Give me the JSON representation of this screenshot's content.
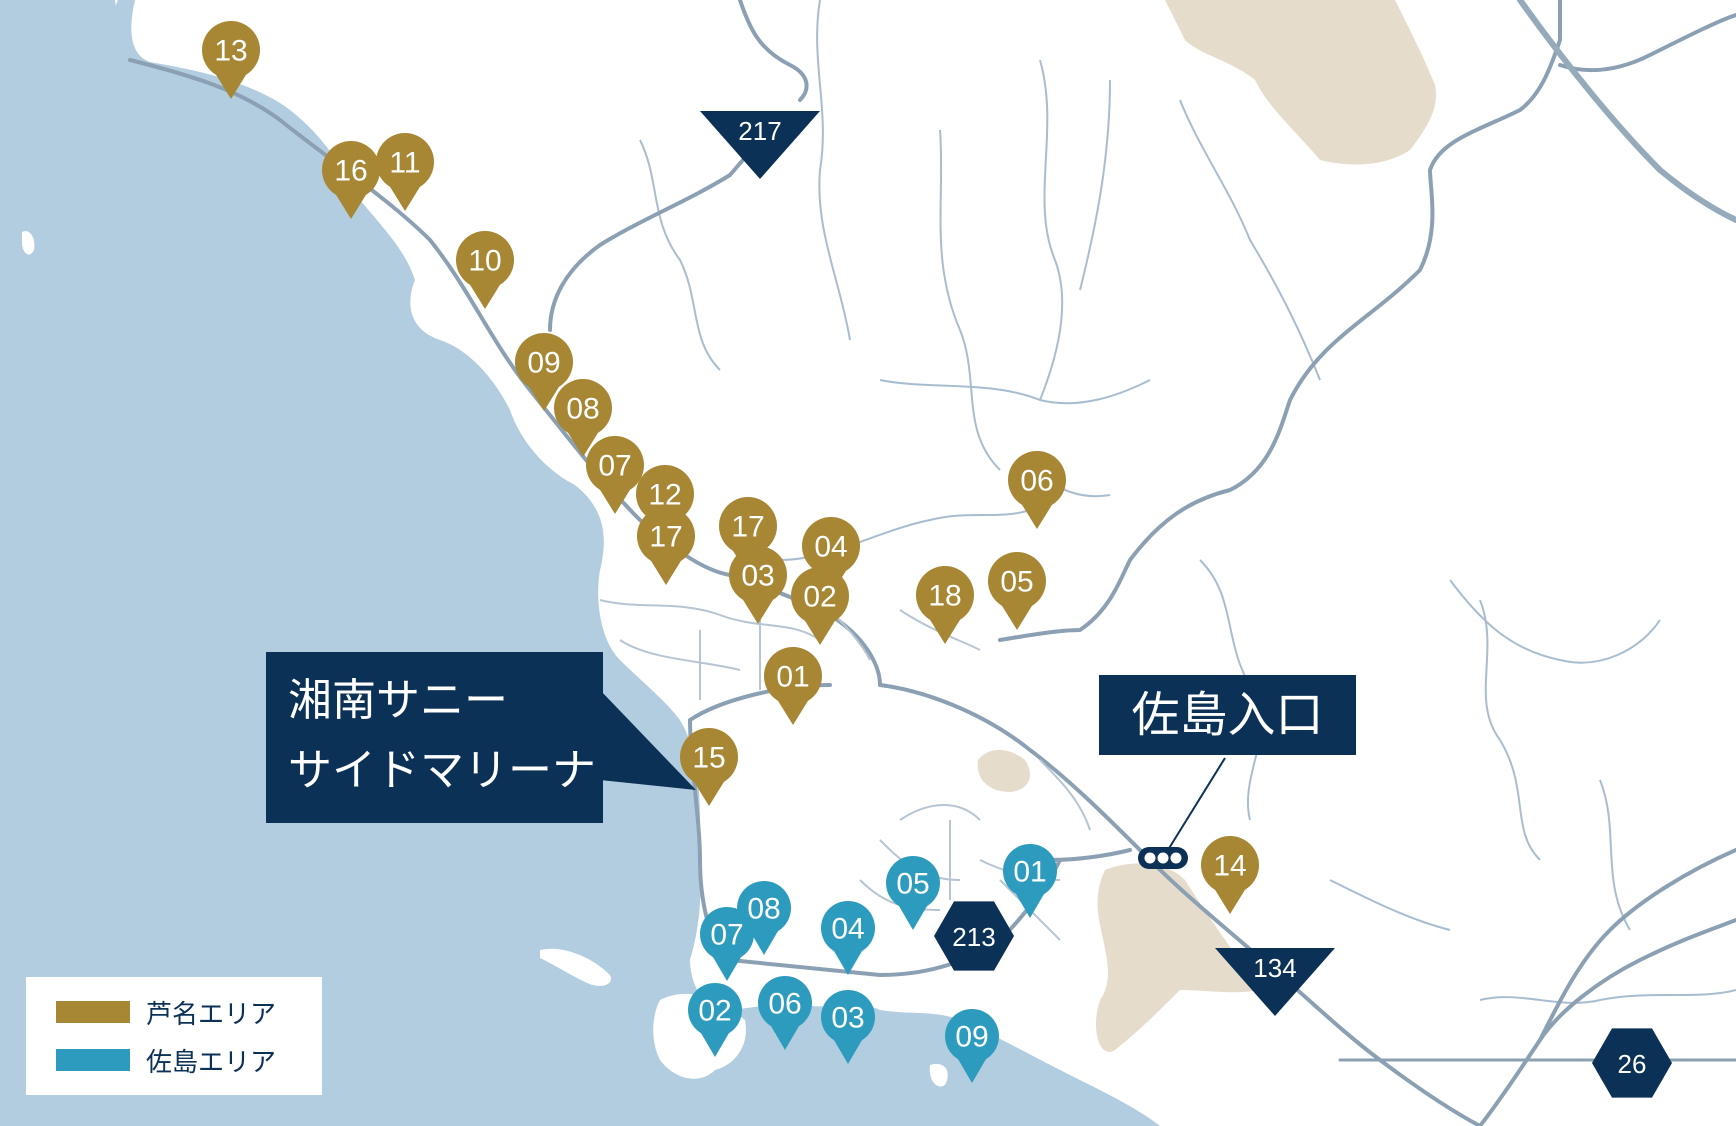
{
  "colors": {
    "sea": "#b2cde0",
    "land": "#ffffff",
    "urban": "#e6dccb",
    "road": "#8ca0b3",
    "stream": "#a9bdd0",
    "ashina": "#a78634",
    "sajima": "#2d9bbd",
    "navy": "#0c3156"
  },
  "callouts": {
    "marina": [
      "湘南サニー",
      "サイドマリーナ"
    ],
    "sajima_entrance": "佐島入口"
  },
  "routes": [
    {
      "label": "217",
      "shape": "triangle"
    },
    {
      "label": "134",
      "shape": "triangle"
    },
    {
      "label": "213",
      "shape": "hexagon"
    },
    {
      "label": "26",
      "shape": "hexagon"
    }
  ],
  "ashina_pins": [
    "13",
    "16",
    "11",
    "10",
    "09",
    "08",
    "07",
    "12",
    "17",
    "17",
    "04",
    "03",
    "02",
    "01",
    "18",
    "05",
    "06",
    "15",
    "14"
  ],
  "sajima_pins": [
    "08",
    "07",
    "05",
    "01",
    "04",
    "02",
    "06",
    "03",
    "09"
  ],
  "legend": [
    {
      "label": "芦名エリア",
      "color_key": "ashina"
    },
    {
      "label": "佐島エリア",
      "color_key": "sajima"
    }
  ],
  "icons": {
    "traffic_signal": "traffic-signal-icon"
  }
}
